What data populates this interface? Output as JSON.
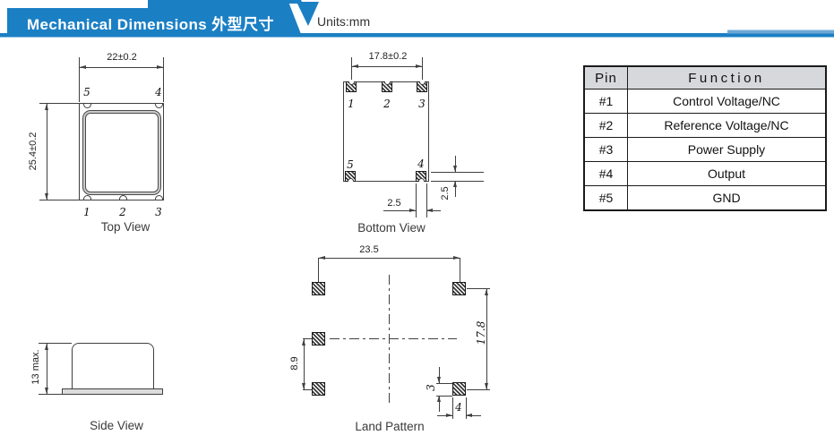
{
  "header": {
    "title": "Mechanical Dimensions 外型尺寸",
    "units_label": "Units:mm",
    "accent_color": "#1b7fc4"
  },
  "top_view": {
    "label": "Top View",
    "width_dim": "22±0.2",
    "height_dim": "25.4±0.2",
    "pin_top_left": "5",
    "pin_top_right": "4",
    "pin_bottom_left": "1",
    "pin_bottom_center": "2",
    "pin_bottom_right": "3"
  },
  "bottom_view": {
    "label": "Bottom View",
    "width_dim": "17.8±0.2",
    "pad_width_dim": "2.5",
    "pad_height_dim": "2.5",
    "pin_top_left": "1",
    "pin_top_center": "2",
    "pin_top_right": "3",
    "pin_bottom_left": "5",
    "pin_bottom_right": "4"
  },
  "side_view": {
    "label": "Side View",
    "height_dim": "13 max."
  },
  "land_pattern": {
    "label": "Land Pattern",
    "horizontal_span_dim": "23.5",
    "left_pitch_dim": "8.9",
    "vertical_span_dim": "17.8",
    "pad_height_dim": "3",
    "pad_width_dim": "4"
  },
  "pin_table": {
    "header": {
      "pin": "Pin",
      "function": "Function"
    },
    "rows": [
      {
        "pin": "#1",
        "function": "Control Voltage/NC"
      },
      {
        "pin": "#2",
        "function": "Reference Voltage/NC"
      },
      {
        "pin": "#3",
        "function": "Power Supply"
      },
      {
        "pin": "#4",
        "function": "Output"
      },
      {
        "pin": "#5",
        "function": "GND"
      }
    ]
  }
}
